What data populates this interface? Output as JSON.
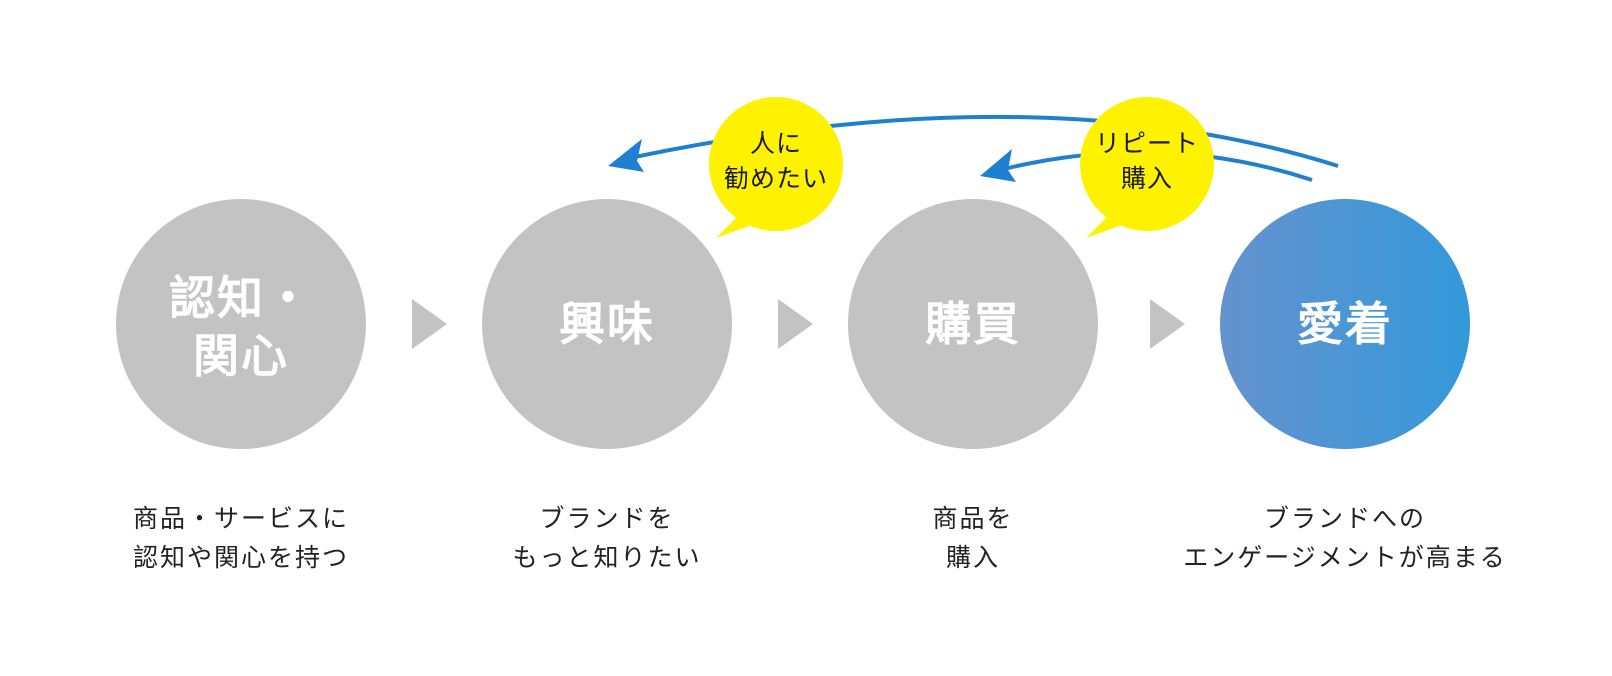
{
  "colors": {
    "stage_gray": "#c2c3c2",
    "arrow_gray": "#c2c3c2",
    "bubble_yellow": "#fff200",
    "loop_blue": "#1f7fd0",
    "love_gradient_start": "#6592cd",
    "love_gradient_end": "#3399db",
    "caption_text": "#222222"
  },
  "stages": [
    {
      "title_line1": "認知・",
      "title_line2": "関心",
      "caption_line1": "商品・サービスに",
      "caption_line2": "認知や関心を持つ"
    },
    {
      "title_line1": "興味",
      "title_line2": "",
      "caption_line1": "ブランドを",
      "caption_line2": "もっと知りたい"
    },
    {
      "title_line1": "購買",
      "title_line2": "",
      "caption_line1": "商品を",
      "caption_line2": "購入"
    },
    {
      "title_line1": "愛着",
      "title_line2": "",
      "caption_line1": "ブランドへの",
      "caption_line2": "エンゲージメントが高まる"
    }
  ],
  "bubbles": [
    {
      "line1": "人に",
      "line2": "勧めたい"
    },
    {
      "line1": "リピート",
      "line2": "購入"
    }
  ]
}
